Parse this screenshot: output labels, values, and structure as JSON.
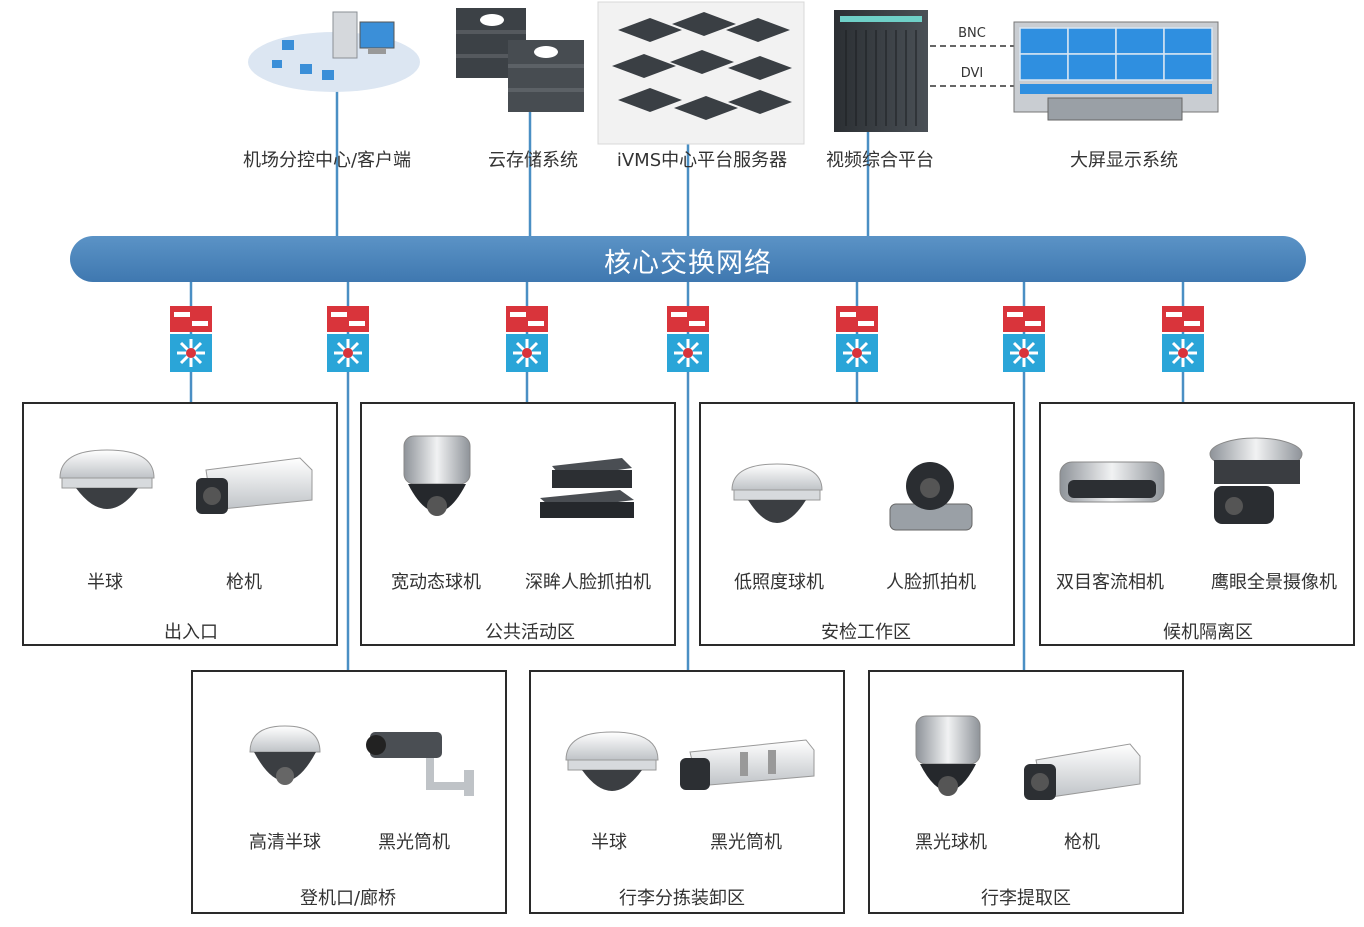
{
  "core_network": "核心交换网络",
  "top_nodes": [
    {
      "label": "机场分控中心/客户端"
    },
    {
      "label": "云存储系统"
    },
    {
      "label": "iVMS中心平台服务器"
    },
    {
      "label": "视频综合平台"
    },
    {
      "label": "大屏显示系统"
    }
  ],
  "cable_labels": {
    "bnc": "BNC",
    "dvi": "DVI"
  },
  "zones": [
    {
      "title": "出入口",
      "cameras": [
        "半球",
        "枪机"
      ]
    },
    {
      "title": "公共活动区",
      "cameras": [
        "宽动态球机",
        "深眸人脸抓拍机"
      ]
    },
    {
      "title": "安检工作区",
      "cameras": [
        "低照度球机",
        "人脸抓拍机"
      ]
    },
    {
      "title": "候机隔离区",
      "cameras": [
        "双目客流相机",
        "鹰眼全景摄像机"
      ]
    },
    {
      "title": "登机口/廊桥",
      "cameras": [
        "高清半球",
        "黑光筒机"
      ]
    },
    {
      "title": "行李分拣装卸区",
      "cameras": [
        "半球",
        "黑光筒机"
      ]
    },
    {
      "title": "行李提取区",
      "cameras": [
        "黑光球机",
        "枪机"
      ]
    }
  ],
  "colors": {
    "network_bus": "#4a84bb",
    "link_line": "#4a8fc4",
    "switch_red": "#d9343b",
    "switch_blue": "#2aa5d8",
    "zone_border": "#2a2a2a"
  },
  "icons": {
    "switch": "switch-icon",
    "client": "client-workstation-icon",
    "storage": "cloud-storage-icon",
    "server": "server-cluster-icon",
    "platform": "video-platform-rack-icon",
    "wall": "video-wall-icon"
  }
}
